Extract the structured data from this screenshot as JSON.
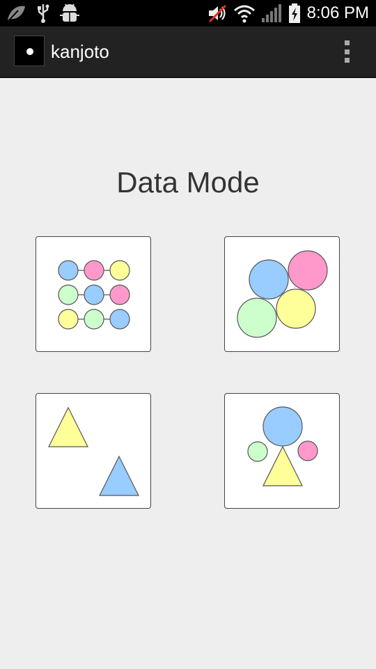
{
  "status_bar": {
    "time": "8:06 PM",
    "icons": [
      "leaf-icon",
      "usb-icon",
      "android-debug-icon",
      "volume-muted-icon",
      "wifi-icon",
      "signal-icon",
      "battery-charging-icon"
    ]
  },
  "action_bar": {
    "app_title": "kanjoto",
    "app_icon": "app-logo-icon",
    "overflow_icon": "overflow-menu-icon"
  },
  "main": {
    "title": "Data Mode"
  },
  "colors": {
    "blue": "#99ccff",
    "pink": "#ff99cc",
    "yellow": "#ffff99",
    "green": "#ccffcc",
    "outline": "#555555"
  }
}
